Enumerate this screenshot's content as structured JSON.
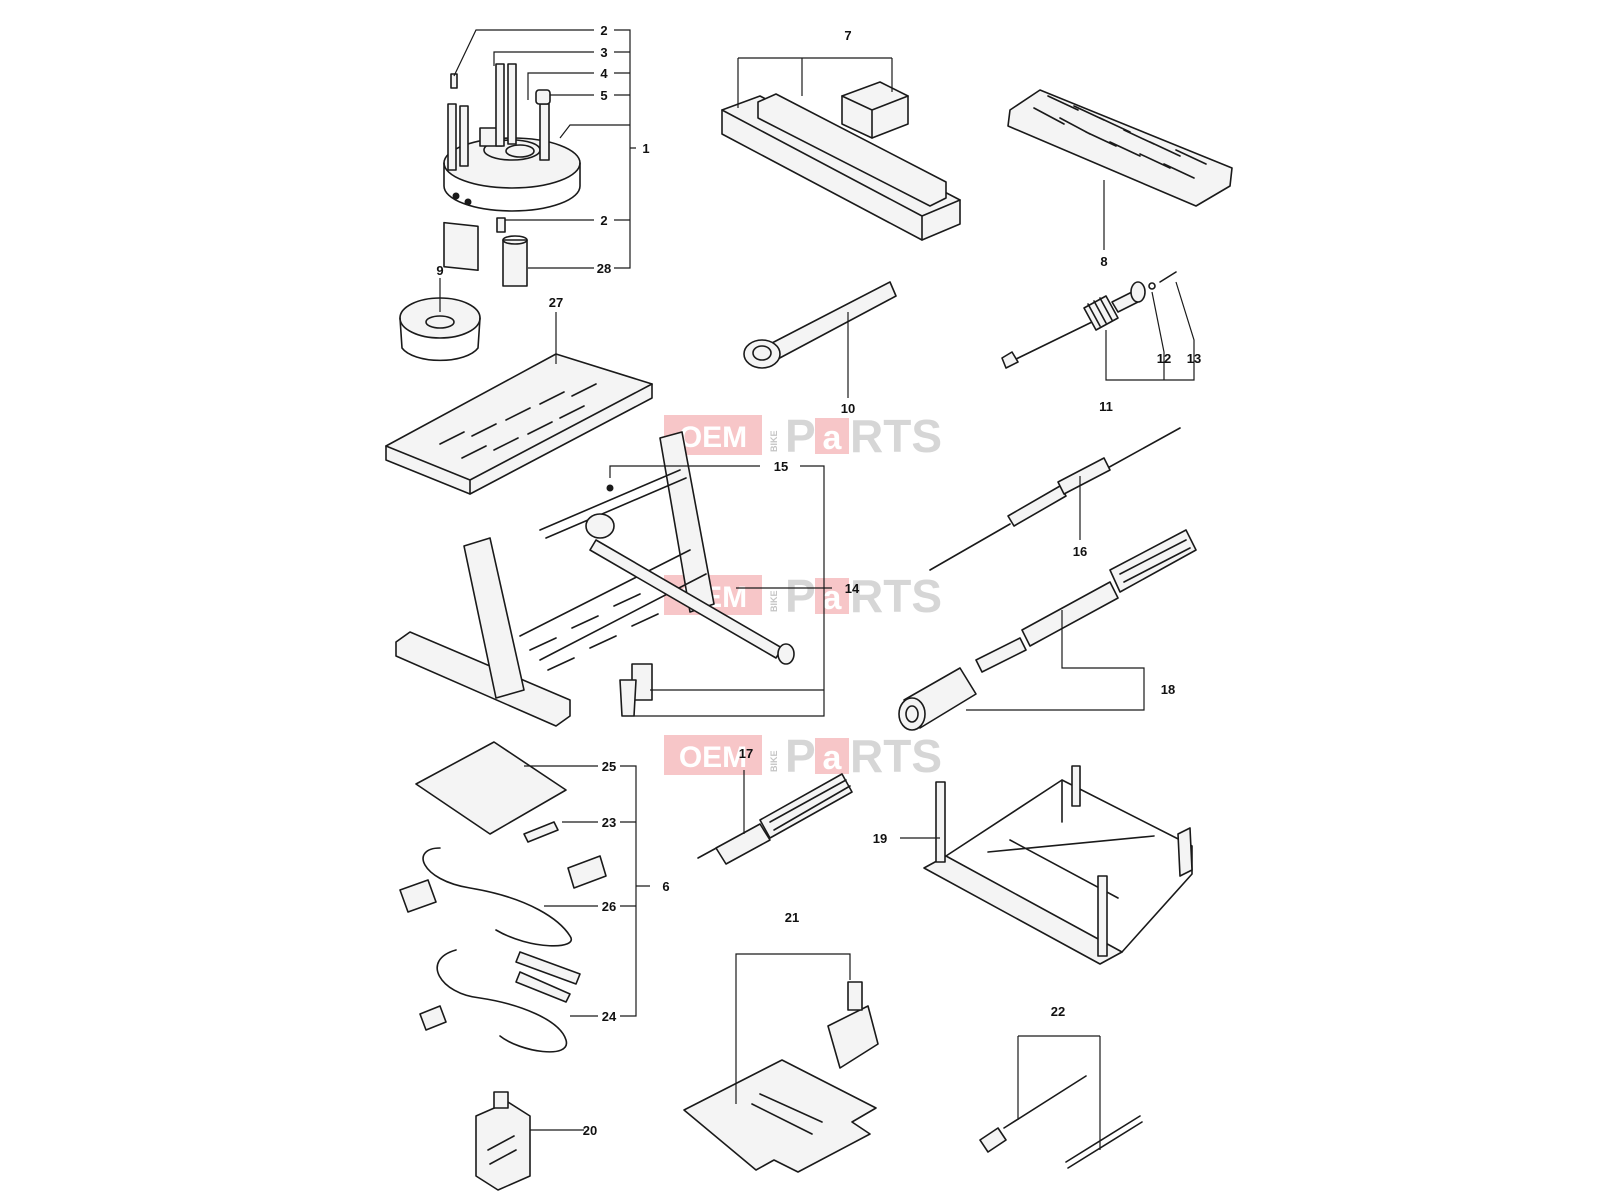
{
  "watermark": {
    "left": "OEM",
    "vertical": "BIKE",
    "p": "P",
    "a": "a",
    "rest": "RTS"
  },
  "callouts": {
    "c1": "1",
    "c2a": "2",
    "c2b": "2",
    "c3": "3",
    "c4": "4",
    "c5": "5",
    "c28": "28",
    "c7": "7",
    "c8": "8",
    "c9": "9",
    "c27": "27",
    "c10": "10",
    "c11": "11",
    "c12": "12",
    "c13": "13",
    "c15": "15",
    "c14": "14",
    "c16": "16",
    "c18": "18",
    "c17": "17",
    "c25": "25",
    "c23": "23",
    "c26": "26",
    "c6": "6",
    "c24": "24",
    "c19": "19",
    "c21": "21",
    "c22": "22",
    "c20": "20"
  },
  "colors": {
    "line": "#1a1a1a",
    "watermark_red": "#e2343a",
    "watermark_grey": "#8c8c8c"
  }
}
